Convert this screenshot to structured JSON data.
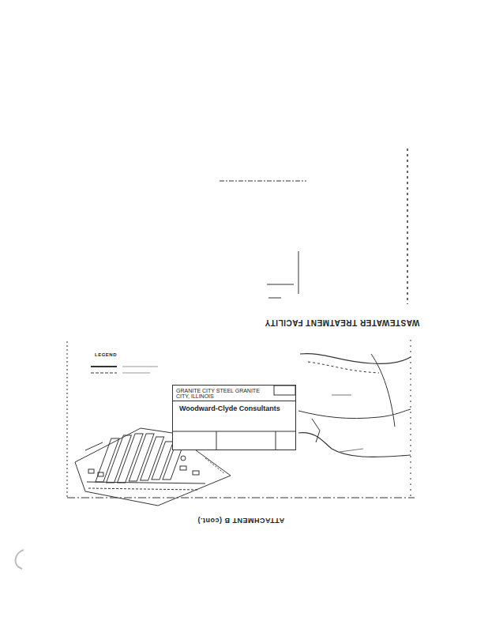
{
  "diagram": {
    "nodes": [
      {
        "text": [
          "GRANITE CITY STEEL GRANITE CITY, ILLINOIS",
          "Woodward-Clyde Consultants"
        ]
      }
    ],
    "labels": [
      "WASTEWATER TREATMENT FACILITY",
      "LEGEND",
      "ATTACHMENT B (cont.)"
    ]
  }
}
